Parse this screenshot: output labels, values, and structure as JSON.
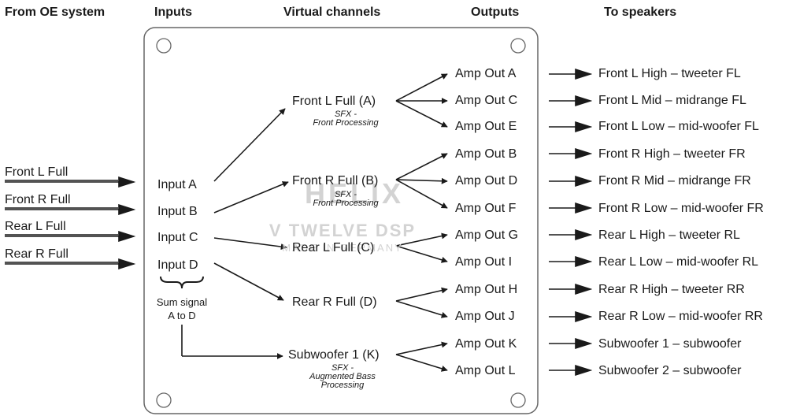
{
  "headers": {
    "oe_system": "From OE system",
    "inputs": "Inputs",
    "virtual_channels": "Virtual channels",
    "outputs": "Outputs",
    "to_speakers": "To speakers"
  },
  "oe_sources": [
    "Front L Full",
    "Front R Full",
    "Rear L Full",
    "Rear R Full"
  ],
  "inputs": [
    "Input A",
    "Input B",
    "Input C",
    "Input D"
  ],
  "sum_note": [
    "Sum signal",
    "A to D"
  ],
  "virtual_channels": [
    {
      "label": "Front L Full (A)",
      "note": [
        "SFX -",
        "Front Processing"
      ]
    },
    {
      "label": "Front R Full (B)",
      "note": [
        "SFX -",
        "Front Processing"
      ]
    },
    {
      "label": "Rear L Full (C)",
      "note": []
    },
    {
      "label": "Rear R Full (D)",
      "note": []
    },
    {
      "label": "Subwoofer 1 (K)",
      "note": [
        "SFX -",
        "Augmented Bass",
        "Processing"
      ]
    }
  ],
  "outputs": [
    "Amp Out A",
    "Amp Out C",
    "Amp Out E",
    "Amp Out B",
    "Amp Out D",
    "Amp Out F",
    "Amp Out G",
    "Amp  Out  I",
    "Amp Out H",
    "Amp Out J",
    "Amp Out K",
    "Amp Out L"
  ],
  "speakers": [
    "Front L High – tweeter FL",
    "Front L Mid – midrange FL",
    "Front L Low – mid-woofer FL",
    "Front R High – tweeter FR",
    "Front R Mid – midrange FR",
    "Front R Low – mid-woofer FR",
    "Rear L High – tweeter RL",
    "Rear L Low – mid-woofer RL",
    "Rear R High – tweeter RR",
    "Rear R Low – mid-woofer RR",
    "Subwoofer 1 – subwoofer",
    "Subwoofer 2 – subwoofer"
  ],
  "watermark": {
    "brand": "HELIX",
    "model": "V TWELVE DSP",
    "origin": "MADE IN GERMANY"
  }
}
